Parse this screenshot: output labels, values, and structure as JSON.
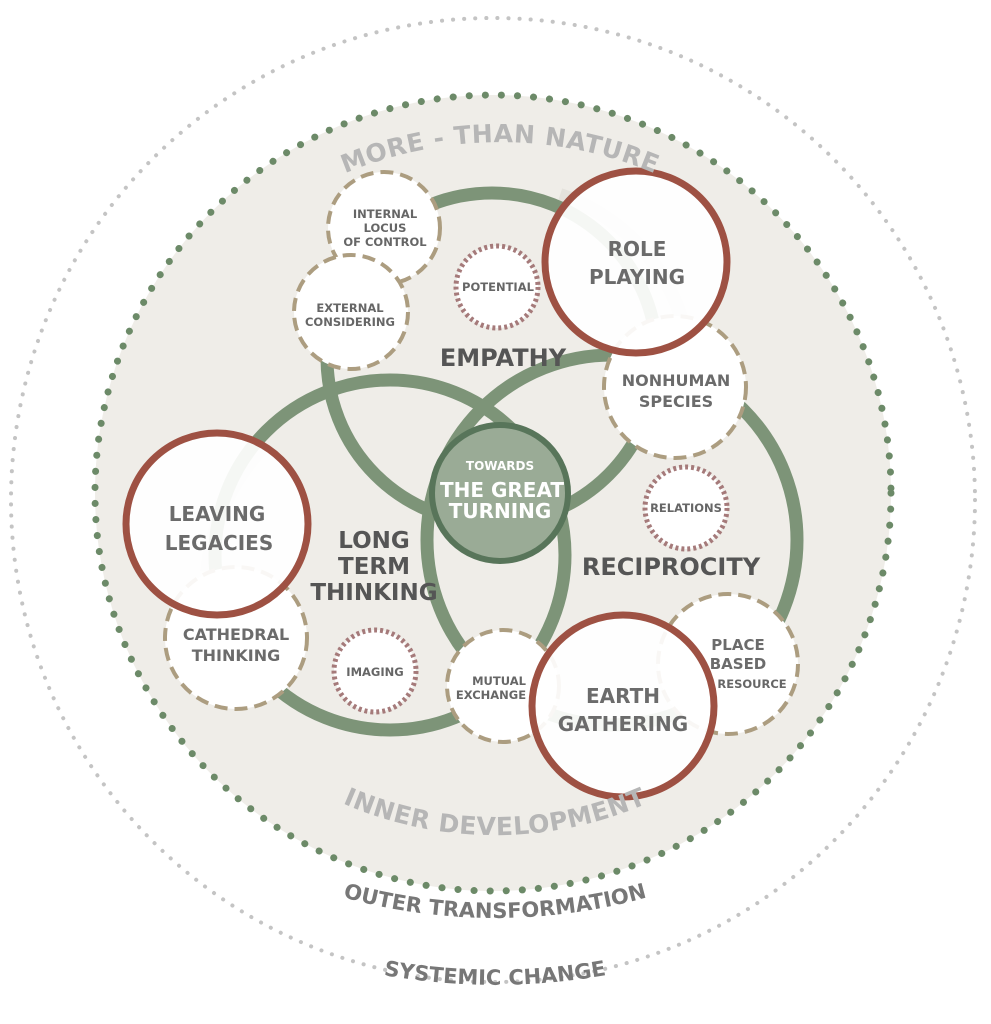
{
  "arc_labels": {
    "more_than_nature": "MORE - THAN NATURE",
    "inner_development": "INNER DEVELOPMENT",
    "outer_transformation": "OUTER TRANSFORMATION",
    "systemic_change": "SYSTEMIC CHANGE"
  },
  "center": {
    "line1": "TOWARDS",
    "line2": "THE GREAT",
    "line3": "TURNING"
  },
  "themes": {
    "empathy": "EMPATHY",
    "long_term_1": "LONG",
    "long_term_2": "TERM",
    "long_term_3": "THINKING",
    "reciprocity": "RECIPROCITY"
  },
  "practices": {
    "role_playing_1": "ROLE",
    "role_playing_2": "PLAYING",
    "leaving_legacies_1": "LEAVING",
    "leaving_legacies_2": "LEGACIES",
    "earth_gathering_1": "EARTH",
    "earth_gathering_2": "GATHERING"
  },
  "concepts": {
    "internal_1": "INTERNAL",
    "internal_2": "LOCUS",
    "internal_3": "OF CONTROL",
    "external_1": "EXTERNAL",
    "external_2": "CONSIDERING",
    "nonhuman_1": "NONHUMAN",
    "nonhuman_2": "SPECIES",
    "cathedral_1": "CATHEDRAL",
    "cathedral_2": "THINKING",
    "mutual_1": "MUTUAL",
    "mutual_2": "EXCHANGE",
    "place_1": "PLACE",
    "place_2": "BASED",
    "place_3": "RESOURCE"
  },
  "potentials": {
    "potential": "POTENTIAL",
    "relations": "RELATIONS",
    "imaging": "IMAGING"
  },
  "colors": {
    "green_ring": "#7d9478",
    "center_fill": "#9aab96",
    "center_stroke": "#58755a",
    "red_ring": "#9e5143",
    "tan_dash": "#ac9d80",
    "mauve_dot": "#a57a7a",
    "field": "#efede8",
    "outer_dots": "#c4c4c4",
    "inner_dots": "#6c8a68"
  }
}
